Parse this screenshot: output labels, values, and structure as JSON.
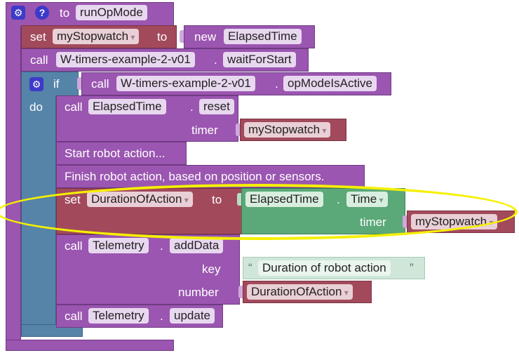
{
  "function": {
    "to_label": "to",
    "name": "runOpMode"
  },
  "set1": {
    "set_label": "set",
    "variable": "myStopwatch",
    "to_label": "to",
    "new_label": "new",
    "type": "ElapsedTime"
  },
  "call1": {
    "call_label": "call",
    "object": "W-timers-example-2-v01",
    "dot": ".",
    "method": "waitForStart"
  },
  "if_block": {
    "if_label": "if",
    "do_label": "do",
    "call_label": "call",
    "object": "W-timers-example-2-v01",
    "dot": ".",
    "method": "opModeIsActive"
  },
  "reset_call": {
    "call_label": "call",
    "object": "ElapsedTime",
    "dot": ".",
    "method": "reset",
    "param_label": "timer",
    "param_value": "myStopwatch"
  },
  "comment1": {
    "text": "Start robot action..."
  },
  "comment2": {
    "text": "Finish robot action, based on position or sensors."
  },
  "set2": {
    "set_label": "set",
    "variable": "DurationOfAction",
    "to_label": "to",
    "object": "ElapsedTime",
    "dot": ".",
    "property": "Time",
    "param_label": "timer",
    "param_value": "myStopwatch"
  },
  "add_data": {
    "call_label": "call",
    "object": "Telemetry",
    "dot": ".",
    "method": "addData",
    "key_label": "key",
    "open_quote": "“",
    "key_value": "Duration of robot action",
    "close_quote": "”",
    "number_label": "number",
    "number_value": "DurationOfAction"
  },
  "update_call": {
    "call_label": "call",
    "object": "Telemetry",
    "dot": ".",
    "method": "update"
  },
  "colors": {
    "procedure": "#9b56b1",
    "variable": "#a24a5c",
    "elapsed_time": "#5ba878",
    "control": "#5683a8",
    "text": "#cfe6d9",
    "highlight": "#f5f000"
  }
}
